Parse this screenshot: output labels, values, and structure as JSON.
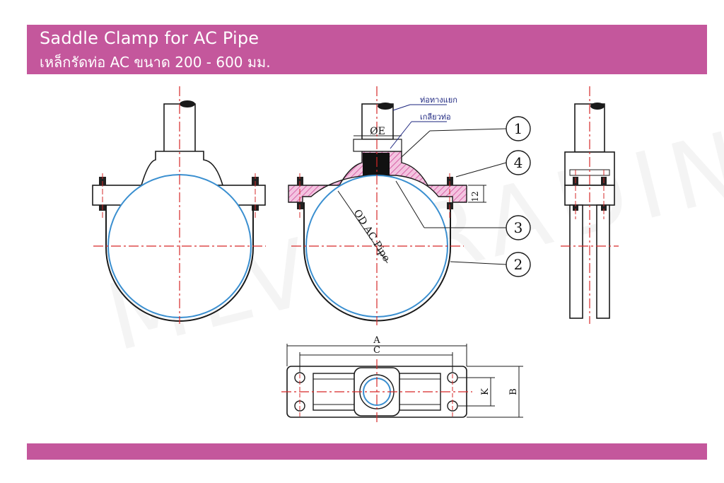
{
  "header": {
    "title_en": "Saddle Clamp for AC Pipe",
    "title_th": "เหล็กรัดท่อ AC ขนาด 200 - 600 มม."
  },
  "watermark": "MLV TRADING",
  "colors": {
    "band": "#c4579c",
    "centerline": "#d62828",
    "pipe_outline": "#3a8fd0",
    "hatch": "#d04a9a",
    "outline": "#1a1a1a"
  },
  "callouts": {
    "branch_pipe": "ท่อทางแยก",
    "thread": "เกลียวท่อ",
    "n1": "1",
    "n2": "2",
    "n3": "3",
    "n4": "4"
  },
  "dimensions": {
    "diam_e": "ØE",
    "od_label": "OD AC Pipe",
    "t12": "12",
    "a": "A",
    "c": "C",
    "k": "K",
    "b": "B"
  }
}
